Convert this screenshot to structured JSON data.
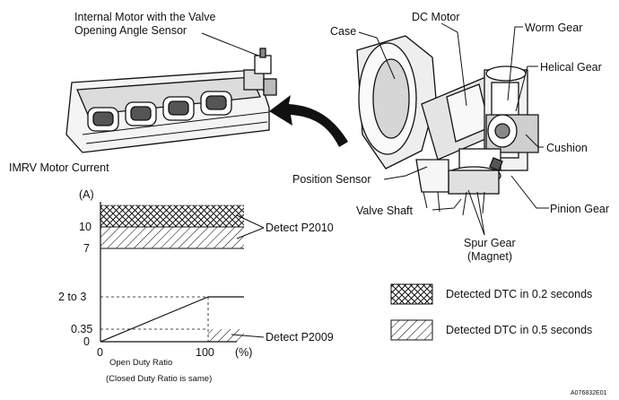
{
  "diagram": {
    "intake_label_line1": "Internal Motor with the Valve",
    "intake_label_line2": "Opening Angle Sensor",
    "parts": {
      "case": "Case",
      "dc_motor": "DC Motor",
      "worm_gear": "Worm Gear",
      "helical_gear": "Helical Gear",
      "cushion": "Cushion",
      "position_sensor": "Position Sensor",
      "valve_shaft": "Valve Shaft",
      "pinion_gear": "Pinion Gear",
      "spur_gear_line1": "Spur Gear",
      "spur_gear_line2": "(Magnet)"
    }
  },
  "graph": {
    "title": "IMRV Motor Current",
    "y_unit": "(A)",
    "x_unit": "(%)",
    "y_ticks": [
      "10",
      "7",
      "2 to 3",
      "0.35",
      "0"
    ],
    "x_ticks": [
      "0",
      "100"
    ],
    "x_label": "Open Duty Ratio",
    "note": "(Closed Duty Ratio is same)",
    "detect_high": "Detect P2010",
    "detect_low": "Detect P2009"
  },
  "legend": {
    "cross_hatch": "Detected DTC in 0.2 seconds",
    "diagonal_hatch": "Detected DTC in 0.5 seconds"
  },
  "figure_code": "A076832E01"
}
